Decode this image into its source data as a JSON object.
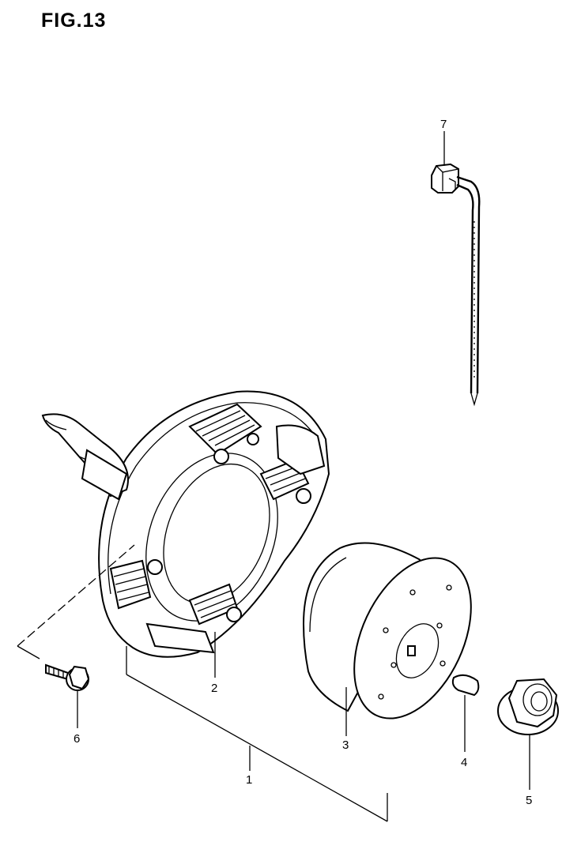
{
  "figure": {
    "title": "FIG.13"
  },
  "callouts": [
    {
      "id": "1",
      "label": "1"
    },
    {
      "id": "2",
      "label": "2"
    },
    {
      "id": "3",
      "label": "3"
    },
    {
      "id": "4",
      "label": "4"
    },
    {
      "id": "5",
      "label": "5"
    },
    {
      "id": "6",
      "label": "6"
    },
    {
      "id": "7",
      "label": "7"
    }
  ]
}
